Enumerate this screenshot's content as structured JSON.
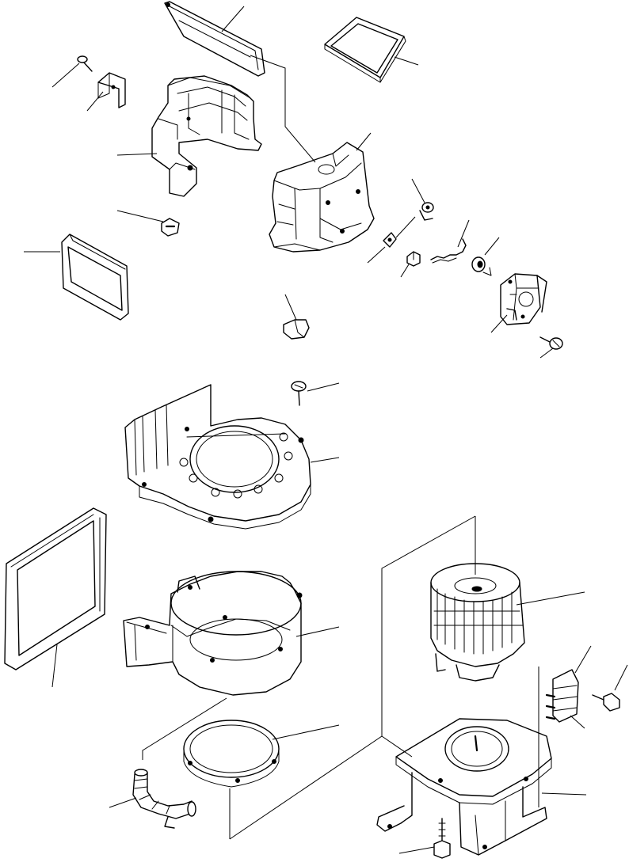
{
  "diagram": {
    "parts": [
      {
        "id": "top-duct-seal"
      },
      {
        "id": "square-seal-ring"
      },
      {
        "id": "screw-top-left"
      },
      {
        "id": "clip-bracket"
      },
      {
        "id": "upper-case-left"
      },
      {
        "id": "upper-case-right"
      },
      {
        "id": "nut-clip"
      },
      {
        "id": "filter-seal-frame"
      },
      {
        "id": "lever-clip"
      },
      {
        "id": "small-bushing"
      },
      {
        "id": "link-rod"
      },
      {
        "id": "drive-nut"
      },
      {
        "id": "drive-spring"
      },
      {
        "id": "bushing-washer"
      },
      {
        "id": "actuator-motor"
      },
      {
        "id": "actuator-screw"
      },
      {
        "id": "case-screw"
      },
      {
        "id": "fan-case-upper"
      },
      {
        "id": "side-gasket-frame"
      },
      {
        "id": "fan-case-lower"
      },
      {
        "id": "blower-motor-fan"
      },
      {
        "id": "resistor"
      },
      {
        "id": "resistor-screw"
      },
      {
        "id": "resistor-terminal"
      },
      {
        "id": "fan-ring-seal"
      },
      {
        "id": "drain-hose"
      },
      {
        "id": "mounting-bracket"
      },
      {
        "id": "bracket-bolt"
      }
    ]
  }
}
